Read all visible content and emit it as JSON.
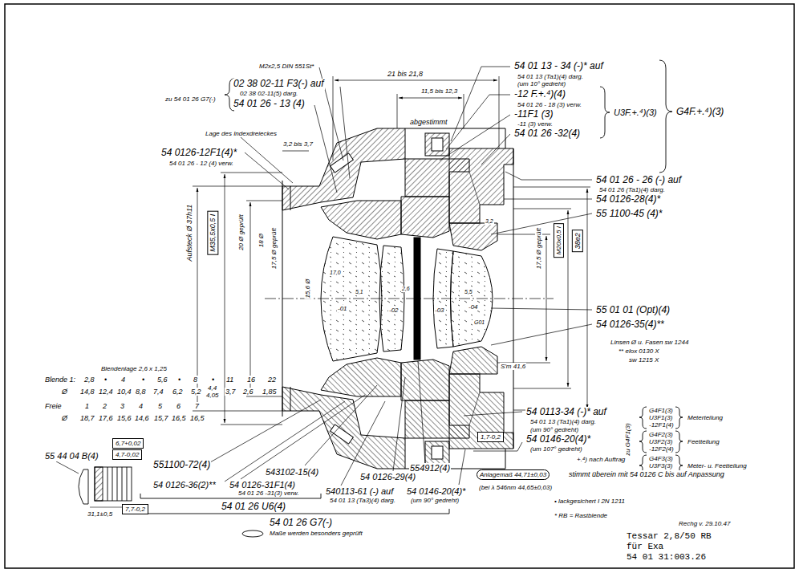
{
  "diagram": {
    "nodes": [
      {
        "text": [
          "M35,5x0,5 I"
        ]
      },
      {
        "text": [
          "38e2"
        ]
      },
      {
        "text": [
          "M20x0,5 I"
        ]
      },
      {
        "text": [
          "6,7+0,02"
        ]
      },
      {
        "text": [
          "4,7-0,02"
        ]
      },
      {
        "text": [
          "7,7-0,2"
        ]
      },
      {
        "text": [
          "1,7-0,2"
        ]
      },
      {
        "text": [
          "Anlagemaß 44,71±0,03"
        ]
      }
    ],
    "labels": [
      "54 01 13 - 34 (-)* auf",
      "54 01 13 (Ta1)(4) darg.",
      "(um 10° gedreht)",
      "-12 F.+.⁴)(4)",
      "54 01 26 - 18 (3) verw.",
      "-11F1 (3)",
      "-11 (3) verw.",
      "54 01 26 -32(4)",
      "U3F.+.⁴)(3)",
      "G4F.+.⁴)(3)",
      "21 bis 21,8",
      "11,5 bis 12,3",
      "abgestimmt",
      "M2x2,5 DIN 551St*",
      "zu 54 01 26 G7(-)",
      "02 38 02-11 F3(-) auf",
      "02 38 02-11(5) darg.",
      "54 01 26 - 13 (4)",
      "Lage des Indexdreieckes",
      "3,2 bis 3,7",
      "54 0126-12F1(4)*",
      "54 01 26 - 12 (4) verw.",
      "54 01 26 - 26 (-) auf",
      "54 01 26 (Ta1)(4) darg.",
      "54 0126-28(4)*",
      "55 1100-45 (4)*",
      "55 01 01 (Opt)(4)",
      "54 0126-35(4)**",
      "Linsen Ø u. Fasen sw 1244",
      "** elox 0130 X",
      "sw 1215 X",
      "S'm 41,6",
      "54 0113-34 (-)* auf",
      "54 01 13 (Ta1)(4) darg.",
      "(um 90° gedreht)",
      "54 0146-20(4)*",
      "(um 107° gedreht)",
      "zu G4F1(3)",
      "G4F1(3)",
      "U3F1(3)",
      "-12F1(4)",
      "Meterteilung",
      "G4F2(3)",
      "U3F2(3)",
      "-12F2(4)",
      "Feetteilung",
      "G4F3(3)",
      "U3F3(3)",
      "-12F3(4)",
      "Meter- u. Feetteilung",
      "+.⁴) nach Auftrag",
      "(bei λ 546nm 44,65±0,03)",
      "stimmt überein mit 54 0126 C bis auf Anpassung",
      "• lackgesichert I 2N 1211",
      "* RB = Rastblende",
      "Rechg v. 29.10.47",
      "Tessar 2,8/50 RB",
      "für Exa",
      "54 01 31:003.26",
      "551100-72(4)",
      "54 0126-36(2)**",
      "54 0126-31F1(4)",
      "54 01 26 -31(3) verw.",
      "543102-15(4)",
      "54 0126-29(4)",
      "554912(4)",
      "540113-61 (-) auf",
      "54 01 13 (Ta3)(4) darg.",
      "54 0146-20(4)*",
      "(um 90° gedreht)",
      "54 01 26 U6(4)",
      "54 01 26 G7(-)",
      "55 44 04 B(4)",
      "31,1±0,5",
      "Blendenlage 2,6 x 1,25",
      "Blende 1:",
      "2,8",
      "•",
      "4",
      "•",
      "5,6",
      "•",
      "8",
      "•",
      "11",
      "16",
      "22",
      "Ø",
      "14,8",
      "12,4",
      "10,4",
      "8,8",
      "7,4",
      "6,2",
      "5,2",
      "4,4",
      "4,05",
      "3,7",
      "2,6",
      "1,85",
      "Freie",
      "1",
      "2",
      "3",
      "4",
      "5",
      "6",
      "7",
      "Ø",
      "18,7",
      "17,6",
      "15,6",
      "14,6",
      "15,7",
      "16,5",
      "16,5",
      "Aufsteck Ø 37h11",
      "20 Ø geprüft",
      "18 Ø",
      "17,5 Ø geprüft",
      "15,6 Ø",
      "17,5 Ø geprüft",
      "-01",
      "-02",
      "-03",
      "-04",
      "5,1",
      "2,6",
      "5,5",
      "17,0",
      "G01",
      "3,2"
    ],
    "legend": [
      {
        "text": "Maße werden besonders geprüft"
      }
    ]
  }
}
